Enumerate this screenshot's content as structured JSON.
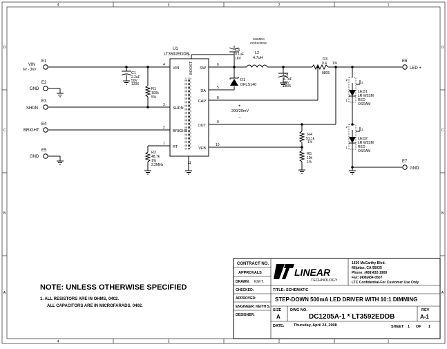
{
  "border": {
    "top_cols": [
      "1",
      "2",
      "3",
      "4"
    ],
    "bottom_cols": [
      "4",
      "3",
      "2",
      "1"
    ],
    "left_rows": [
      "D",
      "C",
      "B",
      "A"
    ],
    "right_rows": [
      "D",
      "C",
      "B",
      "A"
    ]
  },
  "ic": {
    "ref": "U1",
    "part": "LT3592EDDB",
    "pins": {
      "vin": {
        "name": "VIN",
        "num": "4"
      },
      "shdn": {
        "name": "SHDN",
        "num": "3"
      },
      "bright": {
        "name": "BRIGHT",
        "num": "2"
      },
      "rt": {
        "name": "RT",
        "num": "1"
      },
      "boost": {
        "name": "BOOST",
        "num": "7"
      },
      "gnd": {
        "num": "11"
      },
      "sw": {
        "name": "SW",
        "num": "6"
      },
      "da": {
        "name": "DA",
        "num": "5"
      },
      "cap": {
        "name": "CAP",
        "num": "8"
      },
      "out": {
        "name": "OUT",
        "num": "9"
      },
      "vfb": {
        "name": "VFB",
        "num": "10"
      }
    }
  },
  "terminals": {
    "e1": {
      "ref": "E1",
      "net": "VIN",
      "sub": "6V - 36V"
    },
    "e2": {
      "ref": "E2",
      "net": "GND"
    },
    "e3": {
      "ref": "E3",
      "net": "SHDN"
    },
    "e4": {
      "ref": "E4",
      "net": "BRIGHT"
    },
    "e5": {
      "ref": "E5",
      "net": "GND"
    },
    "e6": {
      "ref": "E6",
      "net": "LED +"
    },
    "e7": {
      "ref": "E7",
      "net": "GND"
    }
  },
  "parts": {
    "c1": {
      "ref": "C1",
      "lines": [
        "2.2uF",
        "50V",
        "1206"
      ]
    },
    "r1": {
      "ref": "R1",
      "lines": [
        "100k",
        "5%"
      ]
    },
    "r2": {
      "ref": "R2",
      "lines": [
        "48.7k",
        "1%",
        "2.2MHz"
      ]
    },
    "c3": {
      "ref": "C3",
      "lines": [
        "0.1uF",
        "16V"
      ]
    },
    "l2": {
      "ref": "L2",
      "value": "4.7uH",
      "mfr": "SUMIDA",
      "pn": "CDRH3D18"
    },
    "d1": {
      "ref": "D1",
      "value": "DFLS140"
    },
    "c4": {
      "ref": "C4",
      "lines": [
        "4.7uF",
        "16V",
        "0805"
      ]
    },
    "r3": {
      "ref": "R3",
      "value": "0.4",
      "tol": "1%",
      "pkg": "0805"
    },
    "r4": {
      "ref": "R4",
      "lines": [
        "51.1k",
        "1%"
      ]
    },
    "r5": {
      "ref": "R5",
      "lines": [
        "10k",
        "1%"
      ]
    },
    "led1": {
      "ref": "LED1",
      "lines": [
        "LR W5SM",
        "RED",
        "OSRAM"
      ]
    },
    "led2": {
      "ref": "LED2",
      "lines": [
        "LR W5SM",
        "RED",
        "OSRAM"
      ]
    },
    "sense": {
      "plus": "+",
      "minus": "−",
      "label": "200/20mV"
    },
    "led_pins": {
      "top": "2",
      "mid": "3",
      "bottom": "1"
    }
  },
  "note": {
    "heading": "NOTE: UNLESS OTHERWISE SPECIFIED",
    "line1": "1.  ALL RESISTORS ARE IN OHMS, 0402.",
    "line2": "ALL CAPACITORS ARE IN MICROFARADS, 0402."
  },
  "title_block": {
    "contract_no": "CONTRACT NO.",
    "approvals": "APPROVALS",
    "drawn": "DRAWN:",
    "drawn_by": "KIM T.",
    "checked": "CHECKED:",
    "approved": "APPROVED:",
    "engineer": "ENGINEER: KEITH S.",
    "designer": "DESIGNER:",
    "logo_text": "LINEAR",
    "logo_sub": "TECHNOLOGY",
    "address": [
      "1630 McCarthy Blvd.",
      "Milpitas, CA 95035",
      "Phone: (408)432-1900",
      "Fax: (408)434-0507",
      "LTC Confidential-For Customer Use Only"
    ],
    "title_label": "TITLE:",
    "title_value": "SCHEMATIC",
    "title_main": "STEP-DOWN 500mA LED DRIVER WITH 10:1 DIMMING",
    "size_label": "SIZE",
    "size": "A",
    "dwg_label": "DWG NO.",
    "dwg": "DC1205A-1 * LT3592EDDB",
    "rev_label": "REV",
    "rev": "A-1",
    "date_label": "DATE:",
    "date": "Thursday, April 24, 2008",
    "sheet_label": "SHEET",
    "sheet": "1",
    "of_label": "OF",
    "of": "1"
  }
}
